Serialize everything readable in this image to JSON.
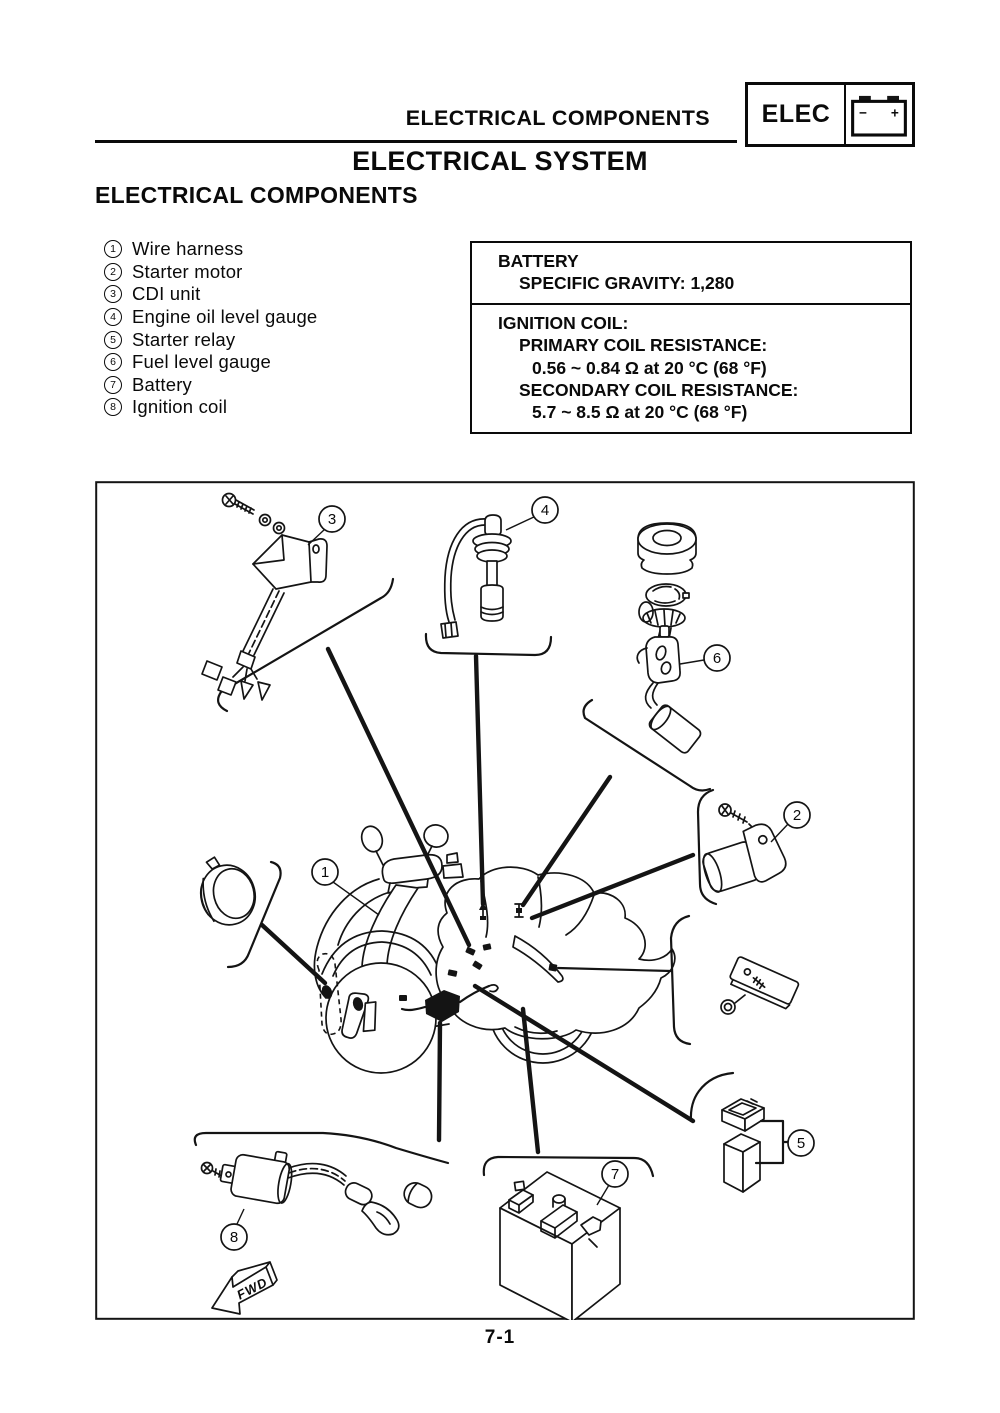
{
  "header": {
    "running_title": "ELECTRICAL COMPONENTS",
    "tab": {
      "label": "ELEC",
      "battery_minus": "−",
      "battery_plus": "+"
    }
  },
  "titles": {
    "main": "ELECTRICAL SYSTEM",
    "section": "ELECTRICAL COMPONENTS"
  },
  "legend": {
    "items": [
      {
        "num": "1",
        "label": "Wire harness"
      },
      {
        "num": "2",
        "label": "Starter motor"
      },
      {
        "num": "3",
        "label": "CDI unit"
      },
      {
        "num": "4",
        "label": "Engine oil level gauge"
      },
      {
        "num": "5",
        "label": "Starter relay"
      },
      {
        "num": "6",
        "label": "Fuel level gauge"
      },
      {
        "num": "7",
        "label": "Battery"
      },
      {
        "num": "8",
        "label": "Ignition coil"
      }
    ]
  },
  "spec_box": {
    "battery_title": "BATTERY",
    "battery_spec": "SPECIFIC GRAVITY: 1,280",
    "ignition_title": "IGNITION COIL:",
    "primary_label": "PRIMARY COIL RESISTANCE:",
    "primary_value": "0.56 ~ 0.84 Ω at 20 °C (68 °F)",
    "secondary_label": "SECONDARY COIL RESISTANCE:",
    "secondary_value": "5.7 ~ 8.5 Ω at 20 °C (68 °F)"
  },
  "diagram": {
    "fwd_label": "FWD",
    "callouts": [
      {
        "num": "1"
      },
      {
        "num": "2"
      },
      {
        "num": "3"
      },
      {
        "num": "4"
      },
      {
        "num": "5"
      },
      {
        "num": "6"
      },
      {
        "num": "7"
      },
      {
        "num": "8"
      }
    ]
  },
  "footer": {
    "page_number": "7-1"
  }
}
